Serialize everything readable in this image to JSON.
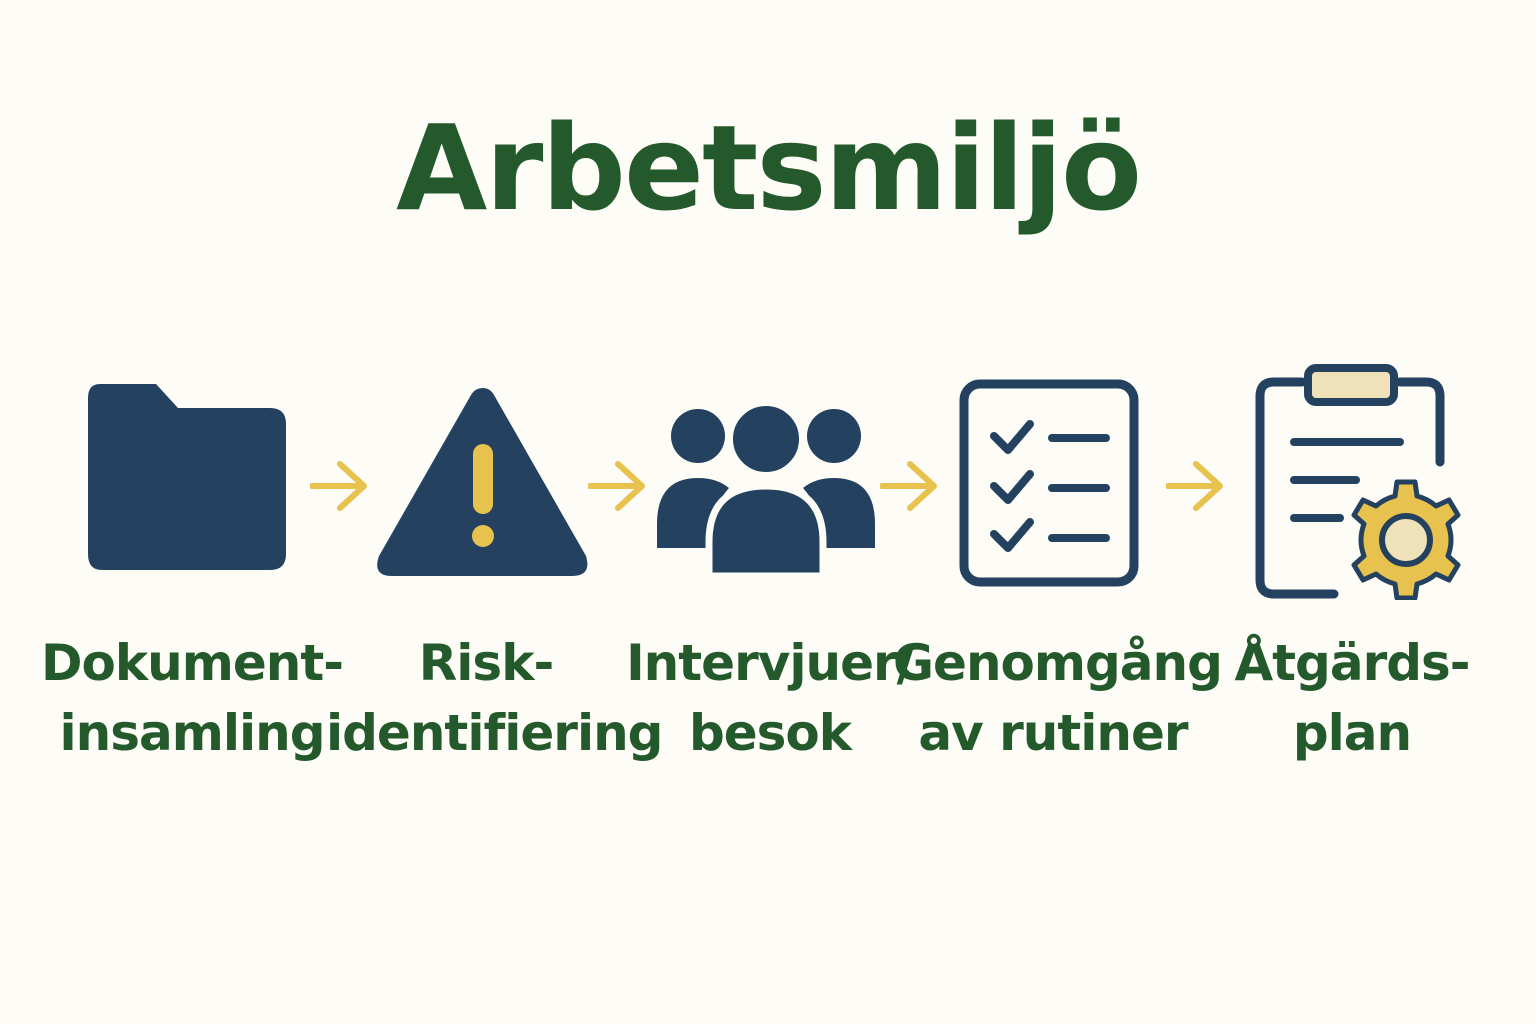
{
  "title": "Arbetsmiljö",
  "steps": [
    {
      "line1": "Dokument-",
      "line2": "insamling",
      "icon": "folder-icon"
    },
    {
      "line1": "Risk-",
      "line2": "identifiering",
      "icon": "warning-icon"
    },
    {
      "line1": "Intervjuer/",
      "line2": "besok",
      "icon": "people-icon"
    },
    {
      "line1": "Genomgång",
      "line2": "av rutiner",
      "icon": "checklist-icon"
    },
    {
      "line1": "Åtgärds-",
      "line2": "plan",
      "icon": "clipboard-gear-icon"
    }
  ],
  "colors": {
    "title": "#245a2b",
    "icon_primary": "#24425f",
    "accent": "#e8c24e",
    "background": "#fdfcf7"
  }
}
